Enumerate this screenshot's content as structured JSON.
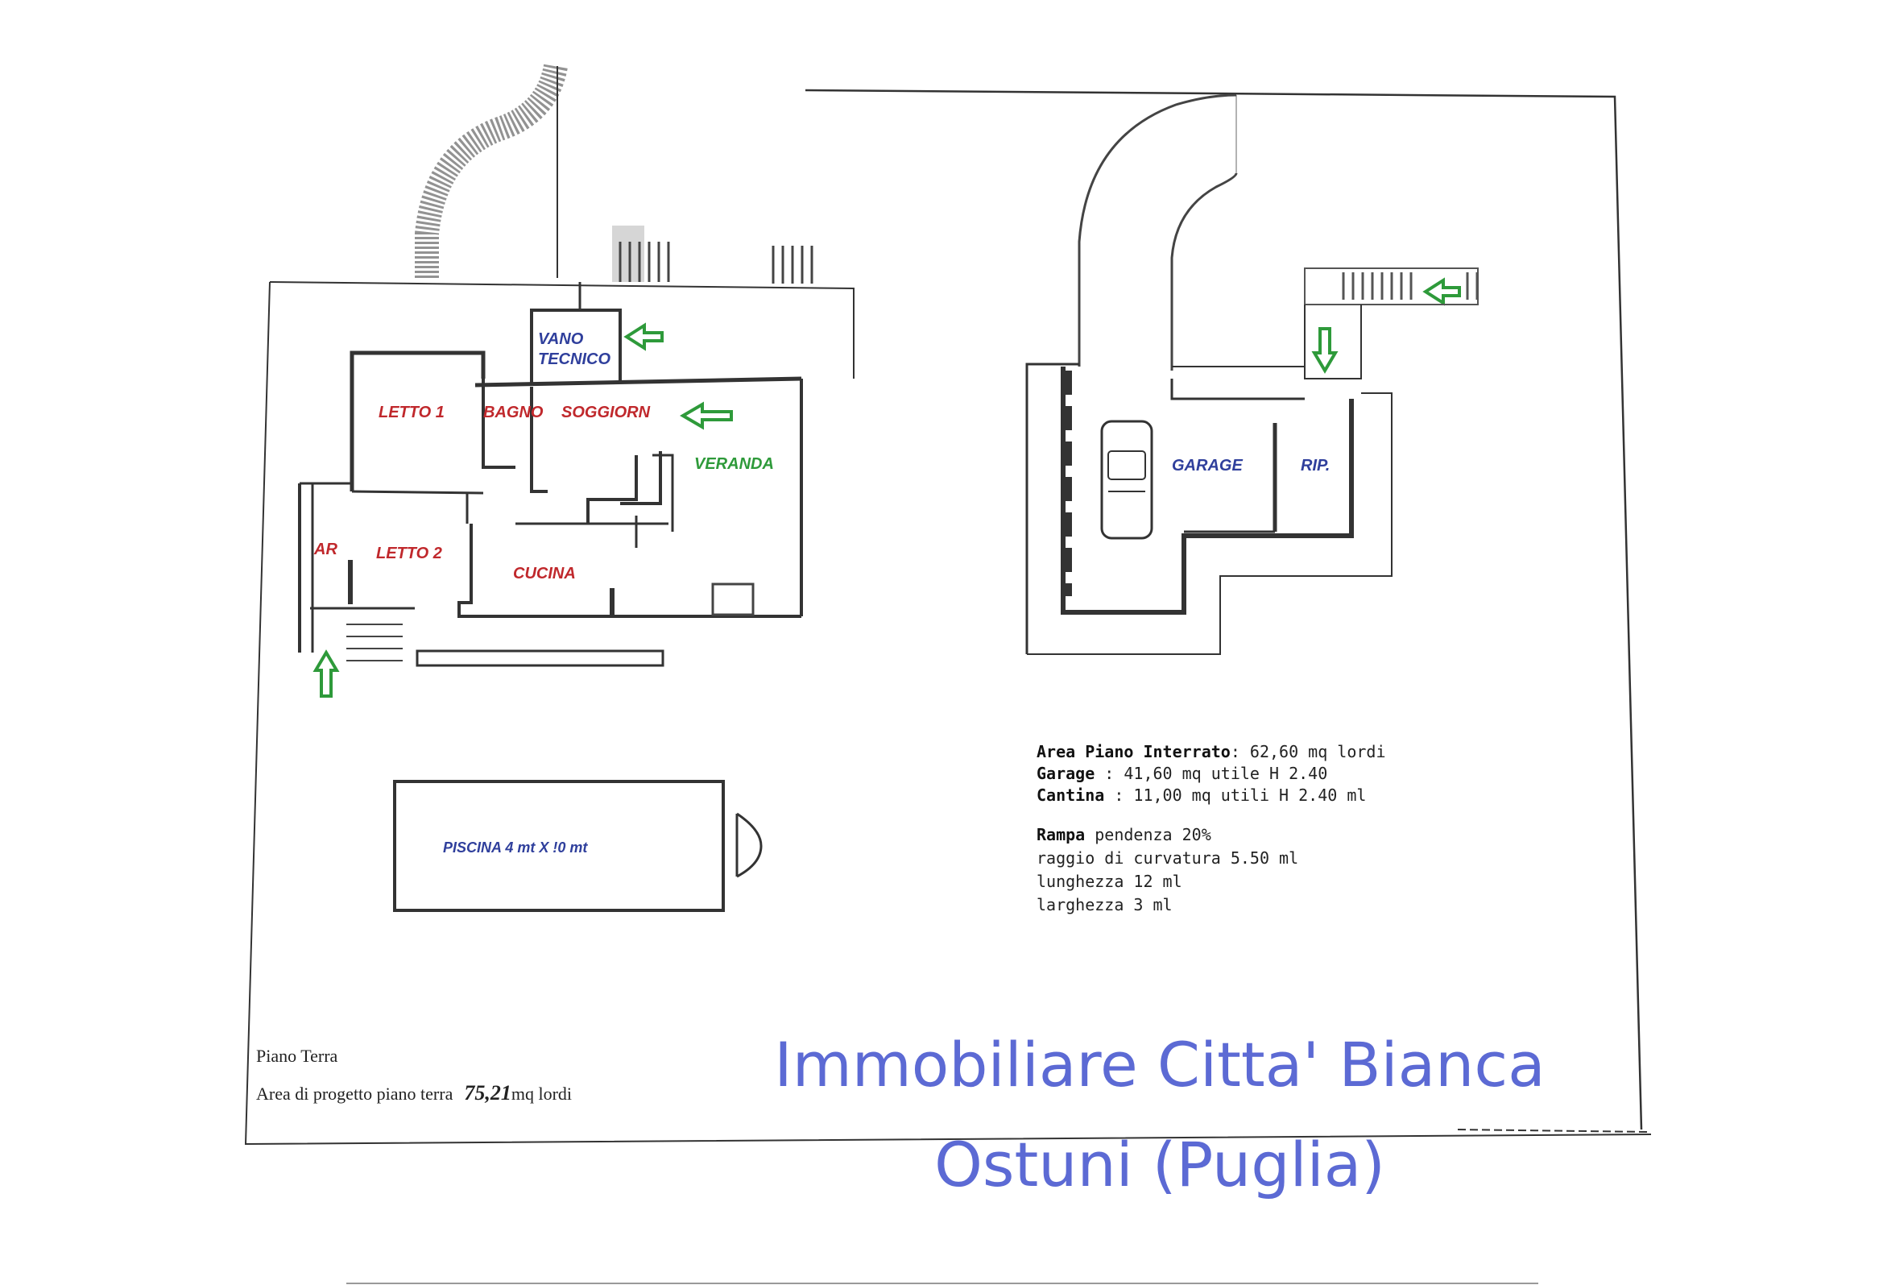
{
  "ground_floor": {
    "rooms": {
      "vano": "VANO",
      "tecnico": "TECNICO",
      "letto1": "LETTO 1",
      "bagno": "BAGNO",
      "soggiorno": "SOGGIORN",
      "veranda": "VERANDA",
      "ar": "AR",
      "letto2": "LETTO 2",
      "cucina": "CUCINA",
      "piscina": "PISCINA  4 mt X !0 mt"
    },
    "caption_title": "Piano Terra",
    "caption_area_prefix": "Area di progetto piano terra",
    "caption_area_value": "75,21",
    "caption_area_suffix": "mq lordi"
  },
  "basement": {
    "rooms": {
      "garage": "GARAGE",
      "rip": "RIP."
    },
    "notes": [
      {
        "label": "Area Piano Interrato",
        "text": ": 62,60 mq lordi"
      },
      {
        "label": "Garage",
        "text": " : 41,60 mq utile H 2.40"
      },
      {
        "label": "Cantina",
        "text": " : 11,00 mq utili H 2.40 ml"
      }
    ],
    "ramp": {
      "label": "Rampa",
      "line1": "  pendenza 20%",
      "line2": "raggio di curvatura  5.50 ml",
      "line3": "lunghezza 12 ml",
      "line4": "larghezza 3 ml"
    }
  },
  "branding": {
    "line1": "Immobiliare Citta' Bianca",
    "line2": "Ostuni (Puglia)"
  },
  "colors": {
    "room_red": "#c0282c",
    "room_blue": "#2f3f9c",
    "arrow_green": "#2e9a3a",
    "brand": "#5c6ad4"
  }
}
